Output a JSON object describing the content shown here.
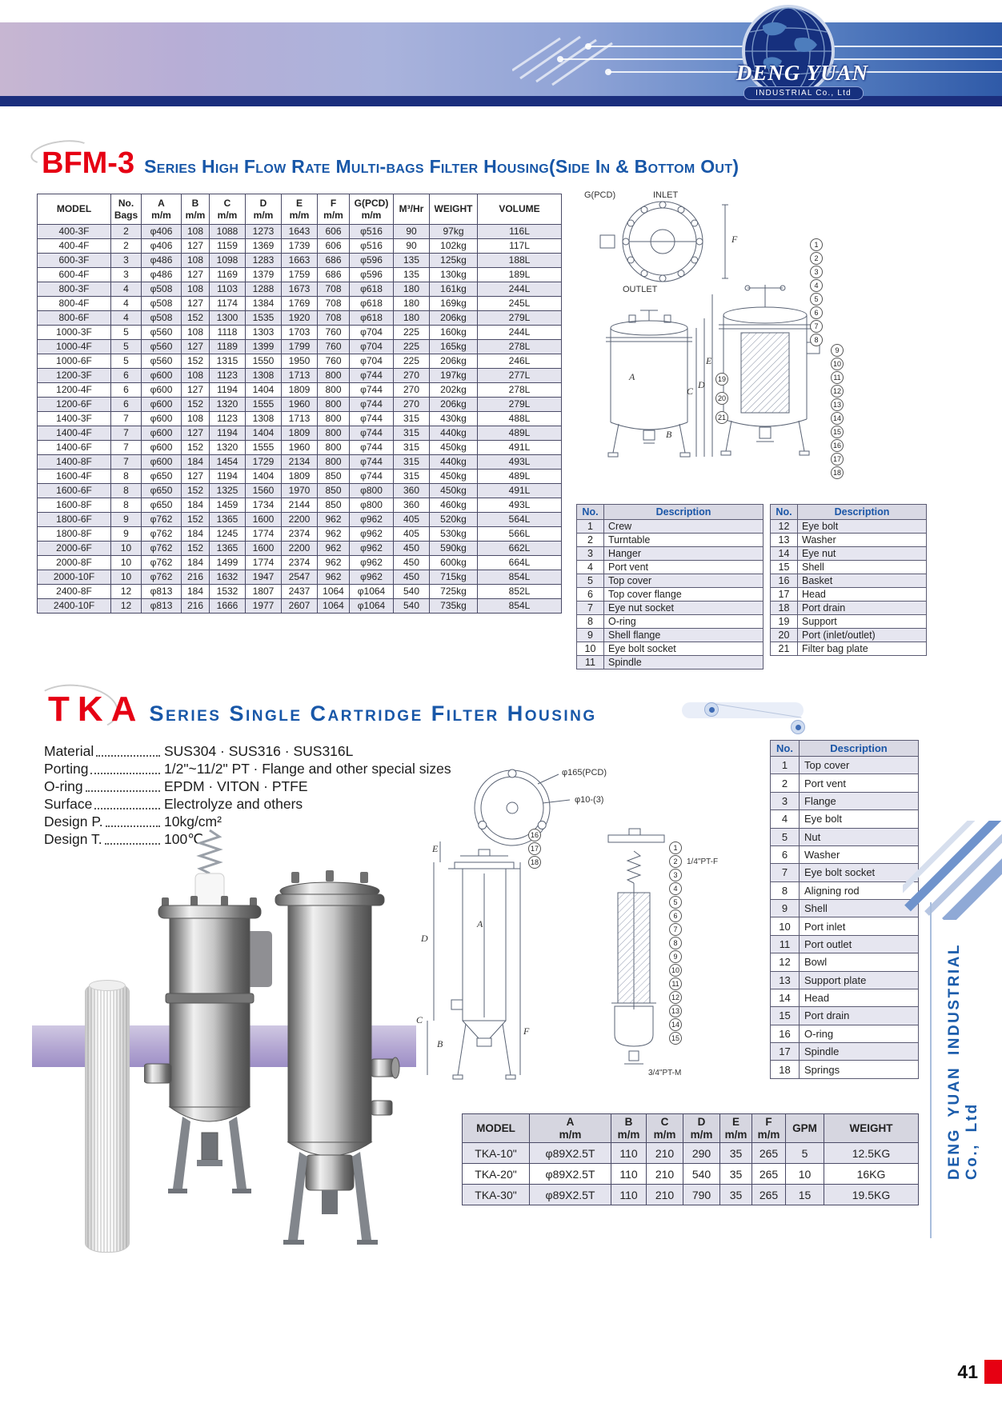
{
  "page": {
    "number": "41",
    "side_text": "DENG YUAN INDUSTRIAL Co., Ltd"
  },
  "header": {
    "brand": "DENG YUAN",
    "brand_sub": "INDUSTRIAL Co., Ltd"
  },
  "bfm3": {
    "title_code": "BFM-3",
    "title_text": "Series High Flow Rate Multi-bags Filter Housing(Side In & Bottom Out)",
    "table": {
      "headers": [
        "MODEL",
        "No.\nBags",
        "A\nm/m",
        "B\nm/m",
        "C\nm/m",
        "D\nm/m",
        "E\nm/m",
        "F\nm/m",
        "G(PCD)\nm/m",
        "M³/Hr",
        "WEIGHT",
        "VOLUME"
      ],
      "rows": [
        [
          "400-3F",
          "2",
          "φ406",
          "108",
          "1088",
          "1273",
          "1643",
          "606",
          "φ516",
          "90",
          "97kg",
          "116L"
        ],
        [
          "400-4F",
          "2",
          "φ406",
          "127",
          "1159",
          "1369",
          "1739",
          "606",
          "φ516",
          "90",
          "102kg",
          "117L"
        ],
        [
          "600-3F",
          "3",
          "φ486",
          "108",
          "1098",
          "1283",
          "1663",
          "686",
          "φ596",
          "135",
          "125kg",
          "188L"
        ],
        [
          "600-4F",
          "3",
          "φ486",
          "127",
          "1169",
          "1379",
          "1759",
          "686",
          "φ596",
          "135",
          "130kg",
          "189L"
        ],
        [
          "800-3F",
          "4",
          "φ508",
          "108",
          "1103",
          "1288",
          "1673",
          "708",
          "φ618",
          "180",
          "161kg",
          "244L"
        ],
        [
          "800-4F",
          "4",
          "φ508",
          "127",
          "1174",
          "1384",
          "1769",
          "708",
          "φ618",
          "180",
          "169kg",
          "245L"
        ],
        [
          "800-6F",
          "4",
          "φ508",
          "152",
          "1300",
          "1535",
          "1920",
          "708",
          "φ618",
          "180",
          "206kg",
          "279L"
        ],
        [
          "1000-3F",
          "5",
          "φ560",
          "108",
          "1118",
          "1303",
          "1703",
          "760",
          "φ704",
          "225",
          "160kg",
          "244L"
        ],
        [
          "1000-4F",
          "5",
          "φ560",
          "127",
          "1189",
          "1399",
          "1799",
          "760",
          "φ704",
          "225",
          "165kg",
          "278L"
        ],
        [
          "1000-6F",
          "5",
          "φ560",
          "152",
          "1315",
          "1550",
          "1950",
          "760",
          "φ704",
          "225",
          "206kg",
          "246L"
        ],
        [
          "1200-3F",
          "6",
          "φ600",
          "108",
          "1123",
          "1308",
          "1713",
          "800",
          "φ744",
          "270",
          "197kg",
          "277L"
        ],
        [
          "1200-4F",
          "6",
          "φ600",
          "127",
          "1194",
          "1404",
          "1809",
          "800",
          "φ744",
          "270",
          "202kg",
          "278L"
        ],
        [
          "1200-6F",
          "6",
          "φ600",
          "152",
          "1320",
          "1555",
          "1960",
          "800",
          "φ744",
          "270",
          "206kg",
          "279L"
        ],
        [
          "1400-3F",
          "7",
          "φ600",
          "108",
          "1123",
          "1308",
          "1713",
          "800",
          "φ744",
          "315",
          "430kg",
          "488L"
        ],
        [
          "1400-4F",
          "7",
          "φ600",
          "127",
          "1194",
          "1404",
          "1809",
          "800",
          "φ744",
          "315",
          "440kg",
          "489L"
        ],
        [
          "1400-6F",
          "7",
          "φ600",
          "152",
          "1320",
          "1555",
          "1960",
          "800",
          "φ744",
          "315",
          "450kg",
          "491L"
        ],
        [
          "1400-8F",
          "7",
          "φ600",
          "184",
          "1454",
          "1729",
          "2134",
          "800",
          "φ744",
          "315",
          "440kg",
          "493L"
        ],
        [
          "1600-4F",
          "8",
          "φ650",
          "127",
          "1194",
          "1404",
          "1809",
          "850",
          "φ744",
          "315",
          "450kg",
          "489L"
        ],
        [
          "1600-6F",
          "8",
          "φ650",
          "152",
          "1325",
          "1560",
          "1970",
          "850",
          "φ800",
          "360",
          "450kg",
          "491L"
        ],
        [
          "1600-8F",
          "8",
          "φ650",
          "184",
          "1459",
          "1734",
          "2144",
          "850",
          "φ800",
          "360",
          "460kg",
          "493L"
        ],
        [
          "1800-6F",
          "9",
          "φ762",
          "152",
          "1365",
          "1600",
          "2200",
          "962",
          "φ962",
          "405",
          "520kg",
          "564L"
        ],
        [
          "1800-8F",
          "9",
          "φ762",
          "184",
          "1245",
          "1774",
          "2374",
          "962",
          "φ962",
          "405",
          "530kg",
          "566L"
        ],
        [
          "2000-6F",
          "10",
          "φ762",
          "152",
          "1365",
          "1600",
          "2200",
          "962",
          "φ962",
          "450",
          "590kg",
          "662L"
        ],
        [
          "2000-8F",
          "10",
          "φ762",
          "184",
          "1499",
          "1774",
          "2374",
          "962",
          "φ962",
          "450",
          "600kg",
          "664L"
        ],
        [
          "2000-10F",
          "10",
          "φ762",
          "216",
          "1632",
          "1947",
          "2547",
          "962",
          "φ962",
          "450",
          "715kg",
          "854L"
        ],
        [
          "2400-8F",
          "12",
          "φ813",
          "184",
          "1532",
          "1807",
          "2437",
          "1064",
          "φ1064",
          "540",
          "725kg",
          "852L"
        ],
        [
          "2400-10F",
          "12",
          "φ813",
          "216",
          "1666",
          "1977",
          "2607",
          "1064",
          "φ1064",
          "540",
          "735kg",
          "854L"
        ]
      ]
    },
    "parts_headers": [
      "No.",
      "Description"
    ],
    "parts_left": [
      [
        "1",
        "Crew"
      ],
      [
        "2",
        "Turntable"
      ],
      [
        "3",
        "Hanger"
      ],
      [
        "4",
        "Port vent"
      ],
      [
        "5",
        "Top cover"
      ],
      [
        "6",
        "Top cover flange"
      ],
      [
        "7",
        "Eye nut socket"
      ],
      [
        "8",
        "O-ring"
      ],
      [
        "9",
        "Shell flange"
      ],
      [
        "10",
        "Eye bolt socket"
      ],
      [
        "11",
        "Spindle"
      ]
    ],
    "parts_right": [
      [
        "12",
        "Eye bolt"
      ],
      [
        "13",
        "Washer"
      ],
      [
        "14",
        "Eye nut"
      ],
      [
        "15",
        "Shell"
      ],
      [
        "16",
        "Basket"
      ],
      [
        "17",
        "Head"
      ],
      [
        "18",
        "Port drain"
      ],
      [
        "19",
        "Support"
      ],
      [
        "20",
        "Port (inlet/outlet)"
      ],
      [
        "21",
        "Filter bag plate"
      ]
    ],
    "drawing": {
      "pcd_label": "G(PCD)",
      "inlet_label": "INLET",
      "outlet_label": "OUTLET",
      "dim_a": "A",
      "dim_b": "B",
      "dim_c": "C",
      "dim_d": "D",
      "dim_e": "E",
      "dim_f": "F",
      "callouts_top": [
        "1",
        "2",
        "3",
        "4",
        "5",
        "6",
        "7",
        "8"
      ],
      "callouts_side": [
        "9",
        "10",
        "11",
        "12",
        "13",
        "14",
        "15",
        "16",
        "17",
        "18"
      ],
      "callouts_low": [
        "19",
        "20",
        "21"
      ]
    }
  },
  "tka": {
    "title_code": "TKA",
    "title_text": "Series Single Cartridge Filter Housing",
    "specs": [
      {
        "label": "Material",
        "value": "SUS304 · SUS316 · SUS316L"
      },
      {
        "label": "Porting",
        "value": "1/2\"~11/2\" PT · Flange and other special sizes"
      },
      {
        "label": "O-ring",
        "value": "EPDM · VITON · PTFE"
      },
      {
        "label": "Surface",
        "value": "Electrolyze and others"
      },
      {
        "label": "Design P.",
        "value": "10kg/cm²"
      },
      {
        "label": "Design T.",
        "value": "100℃"
      }
    ],
    "parts_headers": [
      "No.",
      "Description"
    ],
    "parts": [
      [
        "1",
        "Top cover"
      ],
      [
        "2",
        "Port vent"
      ],
      [
        "3",
        "Flange"
      ],
      [
        "4",
        "Eye bolt"
      ],
      [
        "5",
        "Nut"
      ],
      [
        "6",
        "Washer"
      ],
      [
        "7",
        "Eye bolt socket"
      ],
      [
        "8",
        "Aligning rod"
      ],
      [
        "9",
        "Shell"
      ],
      [
        "10",
        "Port inlet"
      ],
      [
        "11",
        "Port outlet"
      ],
      [
        "12",
        "Bowl"
      ],
      [
        "13",
        "Support plate"
      ],
      [
        "14",
        "Head"
      ],
      [
        "15",
        "Port drain"
      ],
      [
        "16",
        "O-ring"
      ],
      [
        "17",
        "Spindle"
      ],
      [
        "18",
        "Springs"
      ]
    ],
    "drawing": {
      "pcd_label": "φ165(PCD)",
      "holes_label": "φ10-(3)",
      "port_top_label": "1/4\"PT-F",
      "port_bottom_label": "3/4\"PT-M",
      "dim_a": "A",
      "dim_b": "B",
      "dim_c": "C",
      "dim_d": "D",
      "dim_e": "E",
      "dim_f": "F",
      "callouts_left": [
        "16",
        "17",
        "18"
      ],
      "callouts_right": [
        "1",
        "2",
        "3",
        "4",
        "5",
        "6",
        "7",
        "8",
        "9",
        "10",
        "11",
        "12",
        "13",
        "14",
        "15"
      ]
    },
    "model_table": {
      "headers": [
        "MODEL",
        "A\nm/m",
        "B\nm/m",
        "C\nm/m",
        "D\nm/m",
        "E\nm/m",
        "F\nm/m",
        "GPM",
        "WEIGHT"
      ],
      "rows": [
        [
          "TKA-10\"",
          "φ89X2.5T",
          "110",
          "210",
          "290",
          "35",
          "265",
          "5",
          "12.5KG"
        ],
        [
          "TKA-20\"",
          "φ89X2.5T",
          "110",
          "210",
          "540",
          "35",
          "265",
          "10",
          "16KG"
        ],
        [
          "TKA-30\"",
          "φ89X2.5T",
          "110",
          "210",
          "790",
          "35",
          "265",
          "15",
          "19.5KG"
        ]
      ]
    }
  }
}
